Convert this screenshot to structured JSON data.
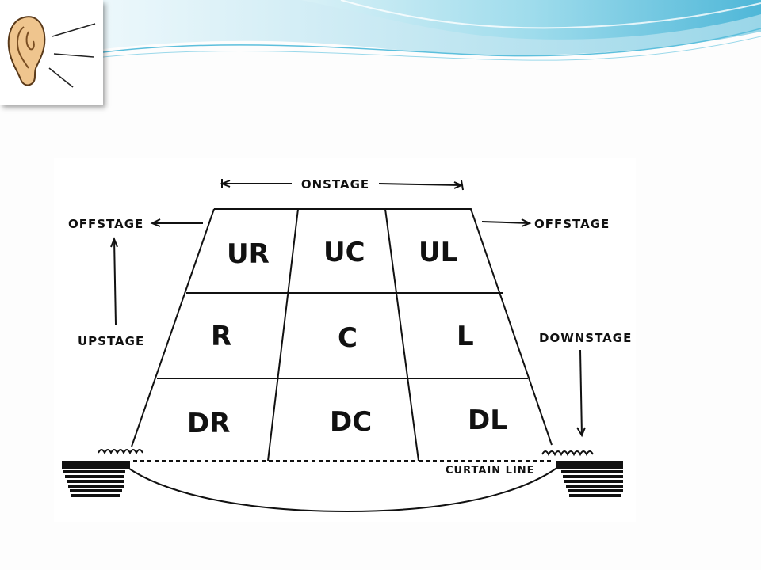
{
  "diagram": {
    "labels": {
      "onstage": "ONSTAGE",
      "offstage_left": "OFFSTAGE",
      "offstage_right": "OFFSTAGE",
      "upstage": "UPSTAGE",
      "downstage": "DOWNSTAGE",
      "curtain_line": "CURTAIN LINE"
    },
    "areas": {
      "ur": "UR",
      "uc": "UC",
      "ul": "UL",
      "r": "R",
      "c": "C",
      "l": "L",
      "dr": "DR",
      "dc": "DC",
      "dl": "DL"
    }
  },
  "colors": {
    "swoosh_primary": "#7fd0e6",
    "swoosh_secondary": "#b8e6f2",
    "ink": "#111111"
  },
  "icons": {
    "header": "ear-icon"
  }
}
